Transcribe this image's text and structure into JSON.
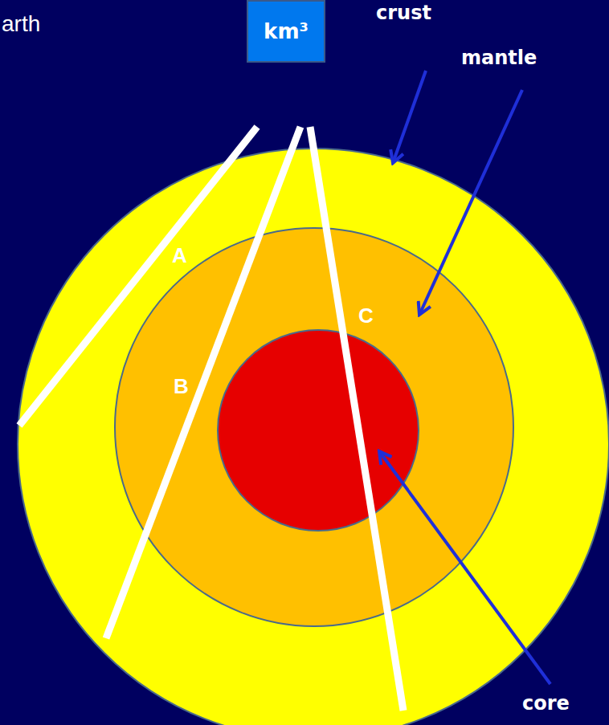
{
  "diagram": {
    "nodes": [
      {
        "text": [
          "km³"
        ]
      }
    ],
    "labels": [
      "arth",
      "crust",
      "mantle",
      "A",
      "C",
      "B",
      "core"
    ]
  }
}
